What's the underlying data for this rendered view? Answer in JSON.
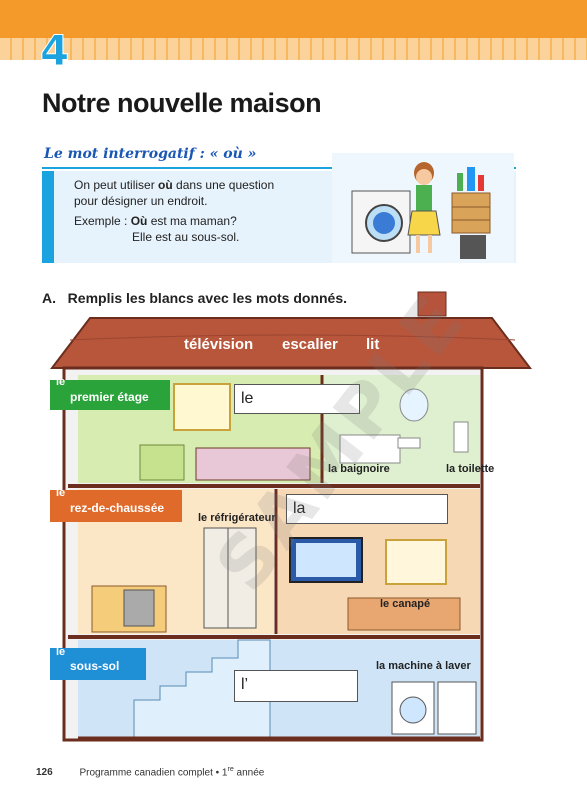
{
  "unit": "4",
  "title": "Notre nouvelle maison",
  "rule": {
    "heading": "Le mot interrogatif : « où »",
    "line1_pre": "On peut utiliser ",
    "line1_bold": "où",
    "line1_post": " dans une question",
    "line2": "pour désigner un endroit.",
    "example_label": "Exemple : ",
    "example_bold": "Où",
    "example_q": " est ma maman?",
    "example_a": "Elle est au sous-sol."
  },
  "exercise": {
    "letter": "A.",
    "instruction": "Remplis les blancs avec les mots donnés.",
    "words": [
      "télévision",
      "escalier",
      "lit"
    ]
  },
  "floors": {
    "upper": {
      "article": "le",
      "name": "premier étage",
      "color": "#2aa33a"
    },
    "ground": {
      "article": "le",
      "name": "rez-de-chaussée",
      "color": "#e06a2a"
    },
    "basement": {
      "article": "le",
      "name": "sous-sol",
      "color": "#1f8fd6"
    }
  },
  "blanks": {
    "bed": "le",
    "tv": "la",
    "stairs": "l’"
  },
  "labels": {
    "bathtub": "la baignoire",
    "toilet": "la toilette",
    "fridge": "le réfrigérateur",
    "couch": "le canapé",
    "washer": "la machine à laver"
  },
  "watermark": "SAMPLE",
  "footer": {
    "page": "126",
    "text_pre": "Programme canadien complet • 1",
    "sup": "re",
    "text_post": " année"
  }
}
